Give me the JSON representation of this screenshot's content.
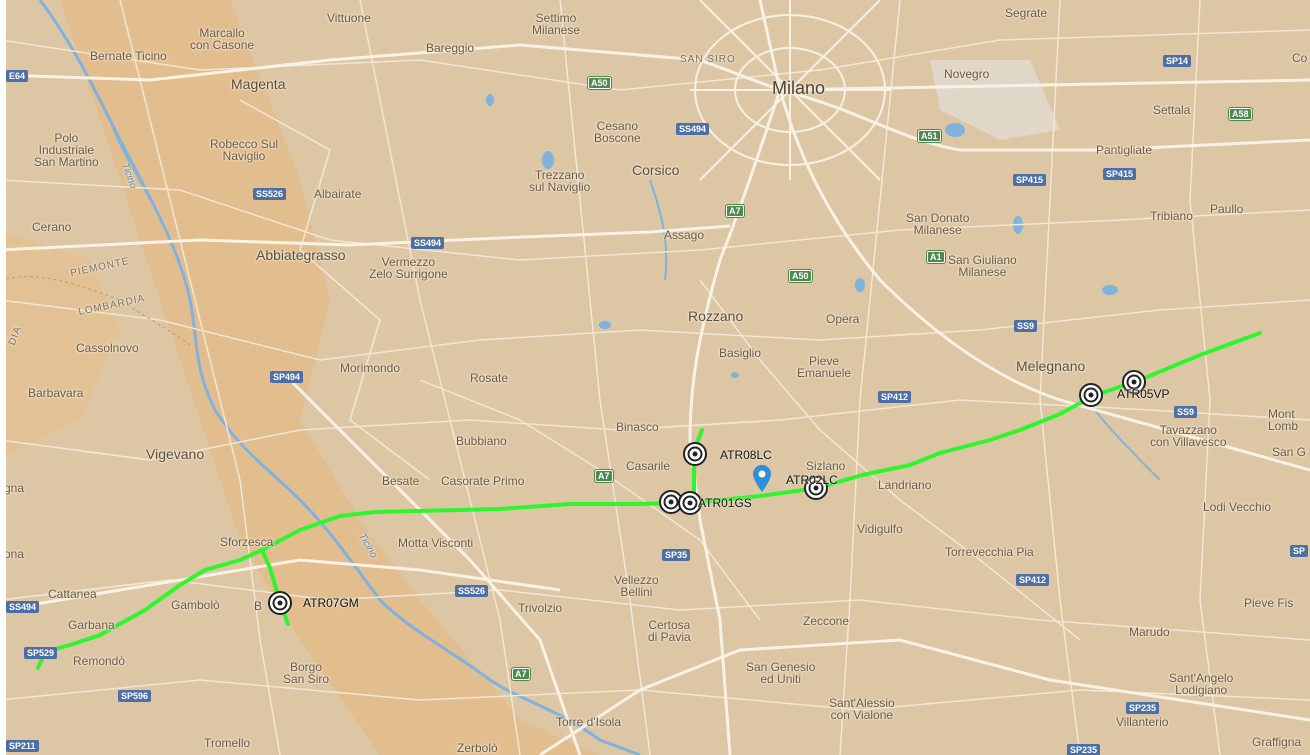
{
  "map": {
    "colors": {
      "land": "#dcc6a4",
      "road": "#f6efe0",
      "route": "#2ff52f",
      "water": "#7fb2dd",
      "marker": "#2f8fd8"
    },
    "places": {
      "milano": "Milano",
      "vittuone": "Vittuone",
      "settimo": "Settimo\nMilanese",
      "segrate": "Segrate",
      "bernate": "Bernate Ticino",
      "marcallo": "Marcallo\ncon Casone",
      "bareggio": "Bareggio",
      "san_siro": "SAN SIRO",
      "novegro": "Novegro",
      "magenta": "Magenta",
      "cesano": "Cesano\nBoscone",
      "settala": "Settala",
      "polo": "Polo\nIndustriale\nSan Martino",
      "robecco": "Robecco Sul\nNaviglio",
      "corsico": "Corsico",
      "trezzano": "Trezzano\nsul Naviglio",
      "pantigliate": "Pantigliate",
      "albairate": "Albairate",
      "tribiano": "Tribiano",
      "paullo": "Paullo",
      "cerano": "Cerano",
      "san_donato": "San Donato\nMilanese",
      "assago": "Assago",
      "abbiategrasso": "Abbiategrasso",
      "vermezzo": "Vermezzo\nZelo Surrigone",
      "san_giuliano": "San Giuliano\nMilanese",
      "piemonte": "PIEMONTE",
      "lombardia": "LOMBARDIA",
      "ticino": "Ticino",
      "rozzano": "Rozzano",
      "opera": "Opera",
      "cassolnovo": "Cassolnovo",
      "basiglio": "Basiglio",
      "pieve_emanuele": "Pieve\nEmanuele",
      "melegnano": "Melegnano",
      "morimondo": "Morimondo",
      "rosate": "Rosate",
      "barbavara": "Barbavara",
      "binasco": "Binasco",
      "tavazzano": "Tavazzano\ncon Villavesco",
      "bubbiano": "Bubbiano",
      "vigevano": "Vigevano",
      "casarile": "Casarile",
      "sizlano": "Sizlano",
      "besate": "Besate",
      "casorate": "Casorate Primo",
      "landriano": "Landriano",
      "lodi_vecchio": "Lodi Vecchio",
      "vidigulfo": "Vidigulfo",
      "sforzesca": "Sforzesca",
      "motta": "Motta Visconti",
      "torrevecchia": "Torrevecchia Pia",
      "cattanea": "Cattanea",
      "gambolo": "Gambolò",
      "vellezzo": "Vellezzo\nBellini",
      "trivolzio": "Trivolzio",
      "zeccone": "Zeccone",
      "garbana": "Garbana",
      "certosa": "Certosa\ndi Pavia",
      "marudo": "Marudo",
      "pieve_fis": "Pieve Fis",
      "remondo": "Remondò",
      "borgo_san_siro": "Borgo\nSan Siro",
      "san_genesio": "San Genesio\ned Uniti",
      "santangelo": "Sant'Angelo\nLodigiano",
      "villanterio": "Villanterio",
      "sant_alessio": "Sant'Alessio\ncon Vialone",
      "torre_isola": "Torre d'Isola",
      "tromello": "Tromello",
      "zerbolo": "Zerbolò",
      "graffignana": "Graffigna",
      "gna": "gna",
      "ona": "ona",
      "montanaso": "Mont\nLomb",
      "san_g": "San G",
      "co": "Co",
      "b": "B",
      "dia": "DIA"
    },
    "shields": {
      "e64": "E64",
      "sp14": "SP14",
      "a50_top": "A50",
      "ss494_top": "SS494",
      "a51": "A51",
      "a58": "A58",
      "sp415_a": "SP415",
      "sp415_b": "SP415",
      "ss526_top": "SS526",
      "a7_top": "A7",
      "ss494_mid": "SS494",
      "a50_mid": "A50",
      "a1": "A1",
      "ss9_a": "SS9",
      "sp494": "SP494",
      "sp412_a": "SP412",
      "ss9_b": "SS9",
      "a7_mid": "A7",
      "sp35": "SP35",
      "sp412_b": "SP412",
      "ss526_bot": "SS526",
      "ss494_left": "SS494",
      "sp596": "SP596",
      "a7_bot": "A7",
      "sp235_a": "SP235",
      "sp211": "SP211",
      "sp_left": "SP529",
      "sp235_b": "SP235",
      "sp_right": "SP"
    },
    "stations": [
      {
        "id": "ATR08LC",
        "label": "ATR08LC"
      },
      {
        "id": "ATR01GS",
        "label": "ATR01GS"
      },
      {
        "id": "ATR02LC",
        "label": "ATR02LC"
      },
      {
        "id": "ATR05VP",
        "label": "ATR05VP"
      },
      {
        "id": "ATR07GM",
        "label": "ATR07GM"
      }
    ]
  }
}
